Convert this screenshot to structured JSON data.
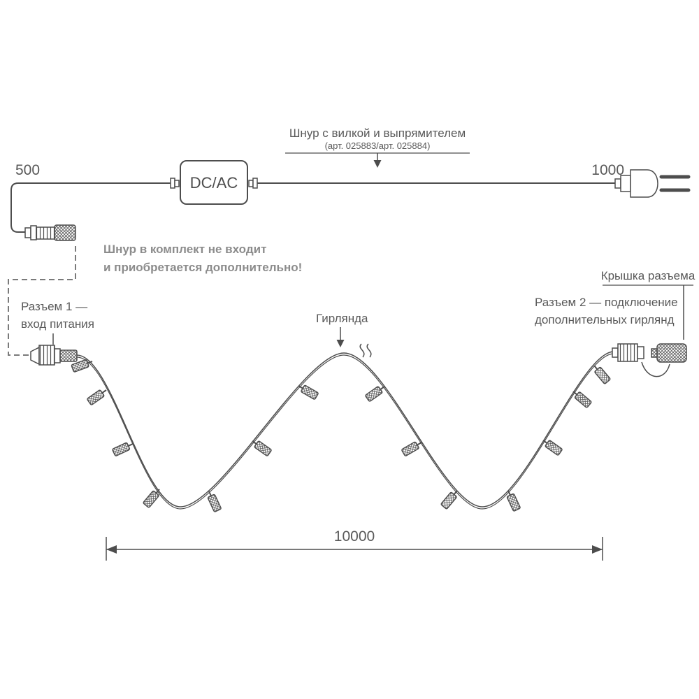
{
  "diagram": {
    "colors": {
      "line": "#4d4d4d",
      "text": "#595959",
      "note_text": "#8c8c8c",
      "background": "#ffffff"
    },
    "cord": {
      "length_left": "500",
      "length_right": "1000",
      "converter_label": "DC/AC",
      "title": "Шнур с вилкой и выпрямителем",
      "articles": "(арт. 025883/арт. 025884)"
    },
    "note": {
      "line1": "Шнур в комплект не входит",
      "line2": "и приобретается дополнительно!"
    },
    "labels": {
      "connector1_line1": "Разъем 1 —",
      "connector1_line2": "вход питания",
      "garland": "Гирлянда",
      "connector2_line1": "Разъем 2 — подключение",
      "connector2_line2": "дополнительных гирлянд",
      "cap": "Крышка разъема"
    },
    "dimension": {
      "total": "10000"
    }
  }
}
